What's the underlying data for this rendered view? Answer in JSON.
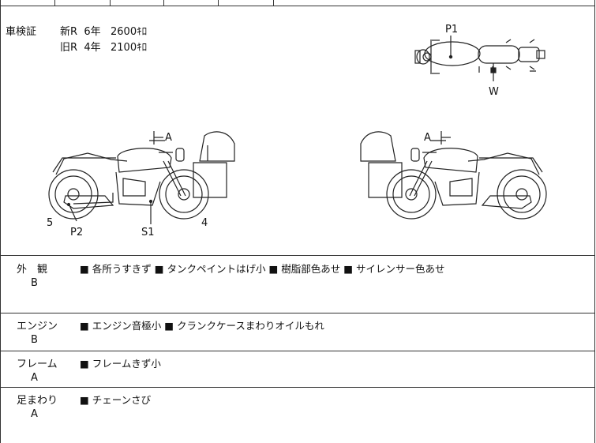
{
  "shaken": {
    "label": "車検証",
    "rows": [
      {
        "type": "新R",
        "years": "6年",
        "km": "2600ｷﾛ"
      },
      {
        "type": "旧R",
        "years": "4年",
        "km": "2100ｷﾛ"
      }
    ]
  },
  "diagram_labels": {
    "top_p1": "P1",
    "top_w": "W",
    "left_a": "A",
    "left_5": "5",
    "left_p2": "P2",
    "left_s1": "S1",
    "left_4": "4",
    "right_a": "A"
  },
  "sections": [
    {
      "category": "外　観",
      "grade": "B",
      "notes": "■ 各所うすきず ■ タンクペイントはげ小 ■ 樹脂部色あせ ■ サイレンサー色あせ"
    },
    {
      "category": "エンジン",
      "grade": "B",
      "notes": "■ エンジン音極小 ■ クランクケースまわりオイルもれ"
    },
    {
      "category": "フレーム",
      "grade": "A",
      "notes": "■ フレームきず小"
    },
    {
      "category": "足まわり",
      "grade": "A",
      "notes": "■ チェーンさび"
    }
  ]
}
